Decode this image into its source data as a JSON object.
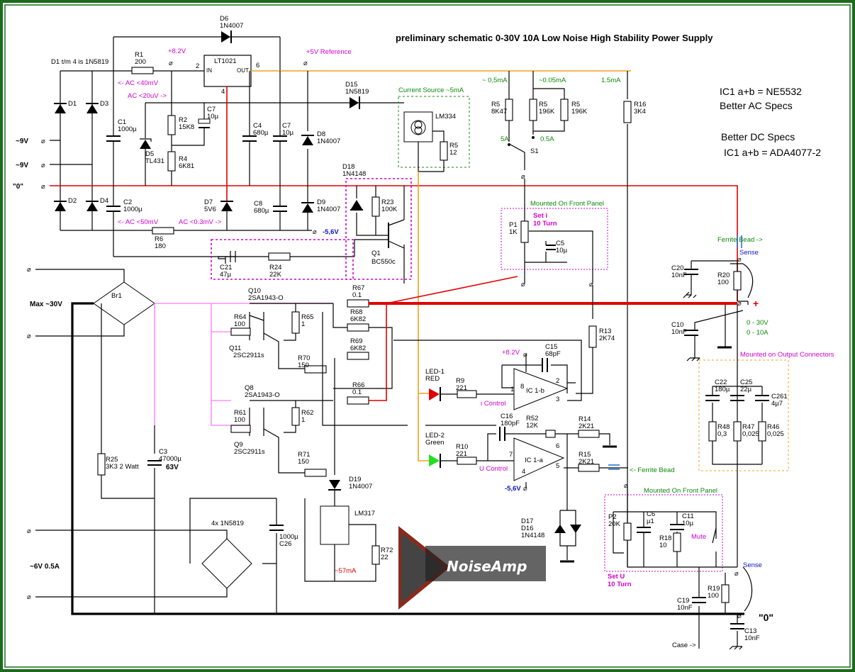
{
  "title": "preliminary schematic 0-30V 10A Low Noise High Stability Power Supply",
  "notes": {
    "ac_line1": "IC1 a+b = NE5532",
    "ac_line2": "Better AC Specs",
    "dc_line1": "Better DC Specs",
    "dc_line2": "IC1 a+b = ADA4077-2",
    "d1_d4": "D1 t/m 4 is 1N5819",
    "ac40mv": "<- AC <40mV",
    "ac20uv": "AC <20uV ->",
    "ac50mv": "<- AC <50mV",
    "ac03mv": "AC <0.3mV ->"
  },
  "nets": {
    "v8_2": "+8.2V",
    "v5_ref": "+5V Reference",
    "v_neg5_6": "-5,6V",
    "i_control": "i Control",
    "u_control": "U Control",
    "i57ma": "~57mA"
  },
  "terminals": {
    "ac9_1": "~9V",
    "ac9_2": "~9V",
    "zero_top": "\"0\"",
    "ac6v": "~6V 0.5A"
  },
  "currents": {
    "c05ma": "~ 0,5mA",
    "c005ma": "~0.05mA",
    "c15ma": "1.5mA"
  },
  "switch": {
    "name": "S1",
    "pos5a": "5A",
    "pos05a": "0.5A"
  },
  "blocks": {
    "current_source": "Current Source ~5mA",
    "front_panel_1": "Mounted On Front Panel",
    "front_panel_2": "Mounted On Front Panel",
    "set_i": "Set i",
    "ten_turn_1": "10 Turn",
    "set_u": "Set U",
    "ten_turn_2": "10 Turn",
    "output_connectors": "Mounted on Output Connectors"
  },
  "labels": {
    "max30v": "Max ~30V",
    "ferrite_bead_1": "Ferrite Bead ->",
    "ferrite_bead_2": "<- Ferrite Bead",
    "sense_1": "Sense",
    "sense_2": "Sense",
    "plus": "+",
    "out_v": "0 - 30V",
    "out_a": "0 - 10A",
    "zero_out": "\"0\"",
    "case": "Case ->",
    "mute": "Mute"
  },
  "logo": {
    "text": "NoiseAmp"
  },
  "parts": {
    "d6": {
      "name": "D6",
      "value": "1N4007"
    },
    "r1": {
      "name": "R1",
      "value": "200"
    },
    "lt1021": {
      "name": "LT1021",
      "pin_in": "IN",
      "pin_out": "OUT",
      "pin2": "2",
      "pin6": "6",
      "pin4": "4"
    },
    "d1": "D1",
    "d2": "D2",
    "d3": "D3",
    "d4": "D4",
    "c1": {
      "name": "C1",
      "value": "1000µ"
    },
    "c2": {
      "name": "C2",
      "value": "1000µ"
    },
    "r6": {
      "name": "R6",
      "value": "180"
    },
    "d5": {
      "name": "D5",
      "value": "TL431"
    },
    "r2": {
      "name": "R2",
      "value": "15K8"
    },
    "r4": {
      "name": "R4",
      "value": "6K81"
    },
    "c7a": {
      "name": "C7",
      "value": "10µ"
    },
    "d7": {
      "name": "D7",
      "value": "5V6"
    },
    "c4": {
      "name": "C4",
      "value": "680µ"
    },
    "c7b": {
      "name": "C7",
      "value": "10µ"
    },
    "c8": {
      "name": "C8",
      "value": "680µ"
    },
    "d8": {
      "name": "D8",
      "value": "1N4007"
    },
    "d9": {
      "name": "D9",
      "value": "1N4007"
    },
    "d15": {
      "name": "D15",
      "value": "1N5819"
    },
    "lm334": "LM334",
    "r5a": {
      "name": "R5",
      "value": "12"
    },
    "r5b": {
      "name": "R5",
      "value": "8K47"
    },
    "r5c": {
      "name": "R5",
      "value": "196K"
    },
    "r5d": {
      "name": "R5",
      "value": "196K"
    },
    "r16": {
      "name": "R16",
      "value": "3K4"
    },
    "p1": {
      "name": "P1",
      "value": "1K"
    },
    "c5": {
      "name": "C5",
      "value": "10µ"
    },
    "d18": {
      "name": "D18",
      "value": "1N4148"
    },
    "r23": {
      "name": "R23",
      "value": "100K"
    },
    "q1": {
      "name": "Q1",
      "value": "BC550c"
    },
    "c21": {
      "name": "C21",
      "value": "47µ"
    },
    "r24": {
      "name": "R24",
      "value": "22K"
    },
    "br1": "Br1",
    "r25": {
      "name": "R25",
      "value": "3K3 2 Watt"
    },
    "c3": {
      "name": "C3",
      "value": "47000µ",
      "voltage": "63V"
    },
    "q10": {
      "name": "Q10",
      "value": "2SA1943-O"
    },
    "r64": {
      "name": "R64",
      "value": "100"
    },
    "r65": {
      "name": "R65",
      "value": "1"
    },
    "q11": {
      "name": "Q11",
      "value": "2SC2911s"
    },
    "r70": {
      "name": "R70",
      "value": "150"
    },
    "r67": {
      "name": "R67",
      "value": "0.1"
    },
    "r68": {
      "name": "R68",
      "value": "6K82"
    },
    "r69": {
      "name": "R69",
      "value": "6K82"
    },
    "q8": {
      "name": "Q8",
      "value": "2SA1943-O"
    },
    "r61": {
      "name": "R61",
      "value": "100"
    },
    "r62": {
      "name": "R62",
      "value": "1"
    },
    "q9": {
      "name": "Q9",
      "value": "2SC2911s"
    },
    "r71": {
      "name": "R71",
      "value": "150"
    },
    "r66": {
      "name": "R66",
      "value": "0.1"
    },
    "d19": {
      "name": "D19",
      "value": "1N4007"
    },
    "lm317": "LM317",
    "r72": {
      "name": "R72",
      "value": "22"
    },
    "bridge6": "4x 1N5819",
    "c26": {
      "name": "C26",
      "value": "1000µ"
    },
    "led1": {
      "name": "LED-1",
      "value": "RED"
    },
    "r9": {
      "name": "R9",
      "value": "221"
    },
    "ic1b": "IC 1-b",
    "r13": {
      "name": "R13",
      "value": "2K74"
    },
    "c15": {
      "name": "C15",
      "value": "68pF"
    },
    "led2": {
      "name": "LED-2",
      "value": "Green"
    },
    "r10": {
      "name": "R10",
      "value": "221"
    },
    "ic1a": "IC 1-a",
    "c16": {
      "name": "C16",
      "value": "180pF"
    },
    "r52": {
      "name": "R52",
      "value": "12K"
    },
    "r14": {
      "name": "R14",
      "value": "2K21"
    },
    "r15": {
      "name": "R15",
      "value": "2K21"
    },
    "d17": "D17",
    "d16": "D16",
    "d16_value": "1N4148",
    "p2": {
      "name": "P2",
      "value": "20K"
    },
    "c6": {
      "name": "C6",
      "value": "µ1"
    },
    "c11": {
      "name": "C11",
      "value": "10µ"
    },
    "r18": {
      "name": "R18",
      "value": "10"
    },
    "c20": {
      "name": "C20",
      "value": "10nF"
    },
    "r20": {
      "name": "R20",
      "value": "100"
    },
    "c10": {
      "name": "C10",
      "value": "10nF"
    },
    "c22": {
      "name": "C22",
      "value": "180µ"
    },
    "c25": {
      "name": "C25",
      "value": "22µ"
    },
    "c261": {
      "name": "C261",
      "value": "4µ7"
    },
    "r48": {
      "name": "R48",
      "value": "0,3"
    },
    "r47": {
      "name": "R47",
      "value": "0,025"
    },
    "r46": {
      "name": "R46",
      "value": "0,025"
    },
    "r19": {
      "name": "R19",
      "value": "100"
    },
    "c19": {
      "name": "C19",
      "value": "10nF"
    },
    "c13": {
      "name": "C13",
      "value": "10nF"
    }
  }
}
